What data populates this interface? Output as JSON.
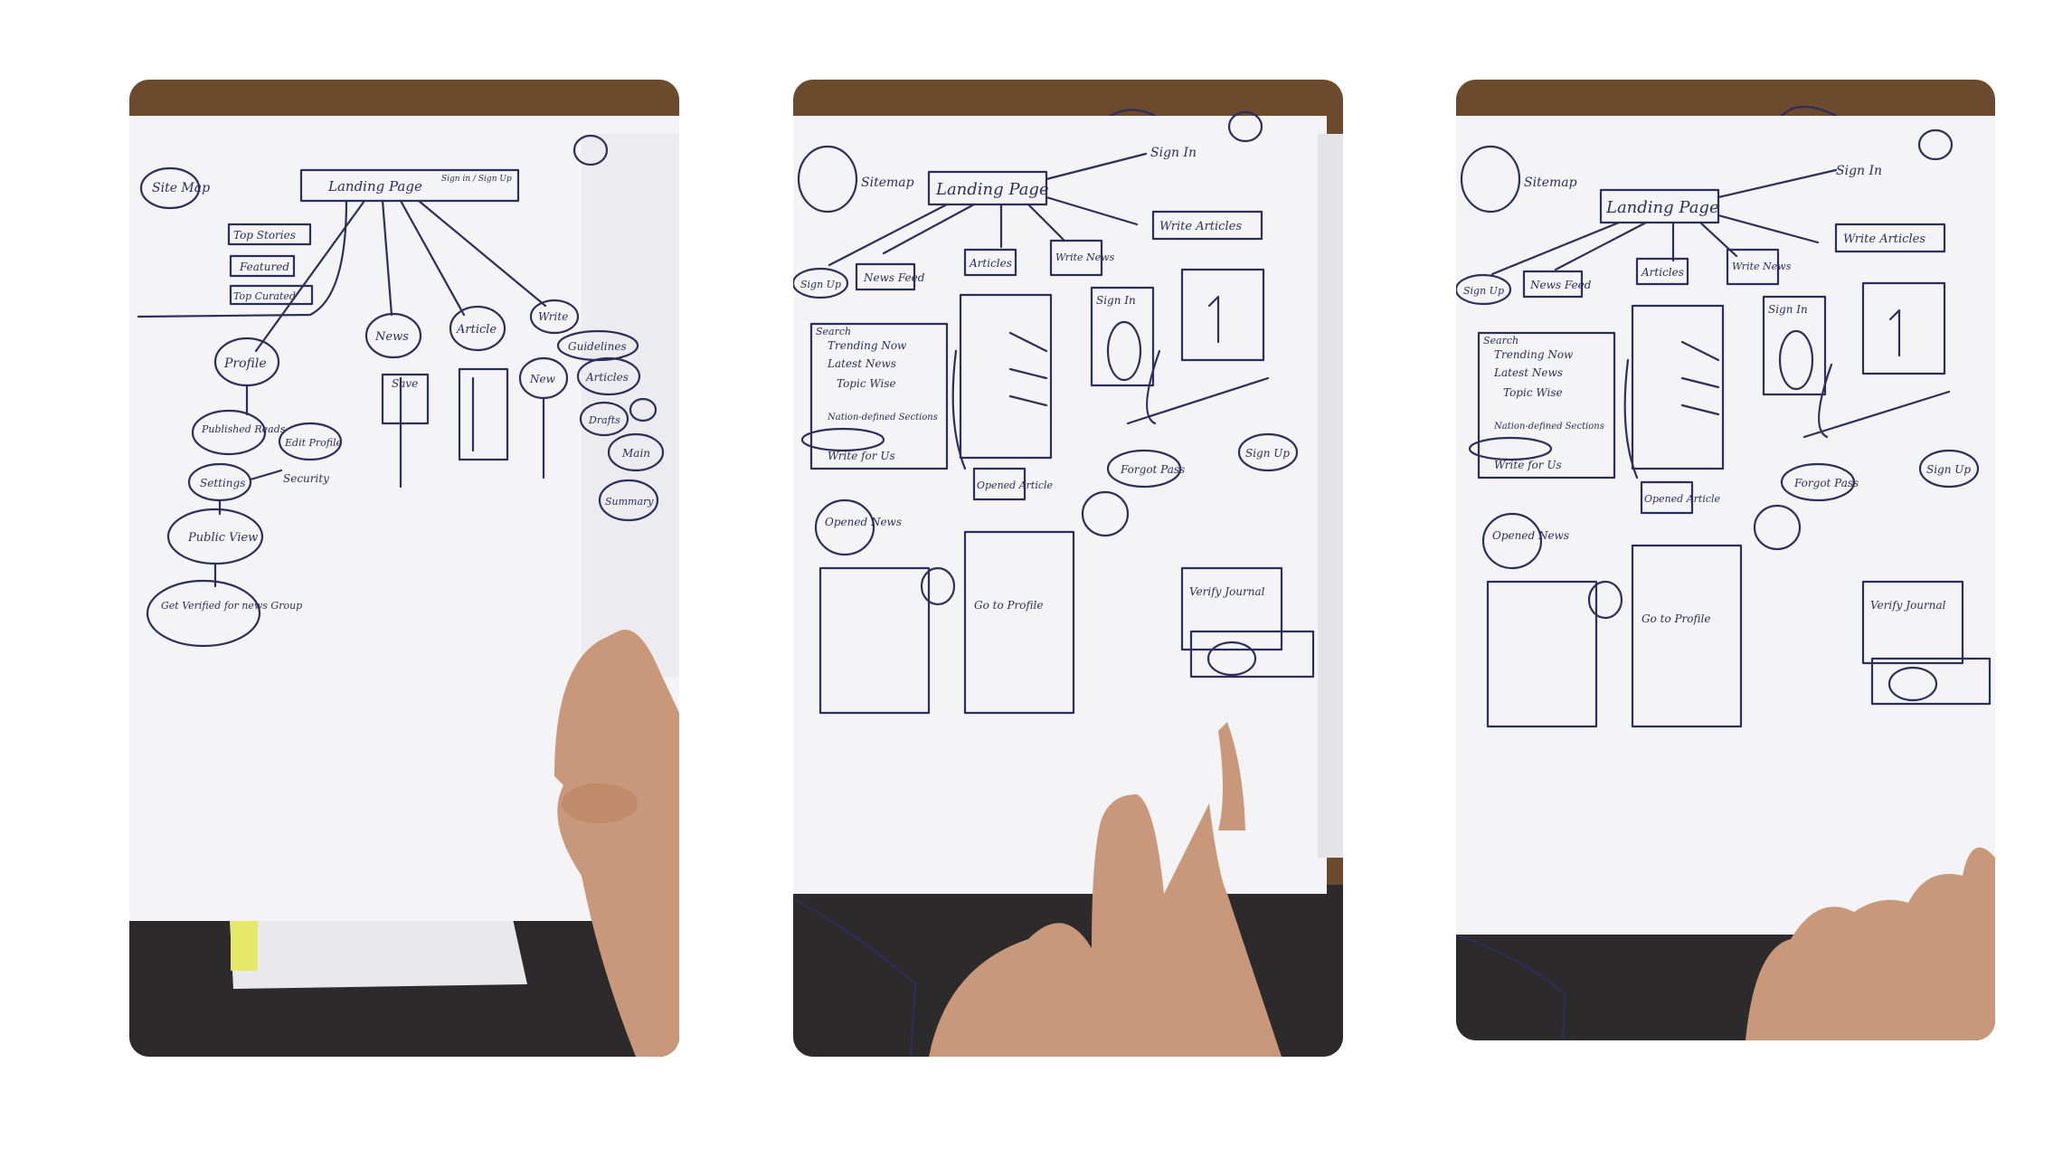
{
  "colors": {
    "background": "#ffffff",
    "ink": "#2b2f5a",
    "paper": "#f3f2f5",
    "table": "#6b4a2e",
    "dark_cloth": "#2c2a2a",
    "skin": "#c99779"
  },
  "photos": [
    {
      "id": "sketch-sheet-1",
      "labels": {
        "sitemap": "Site Map",
        "landing": "Landing Page",
        "signin": "Sign in / Sign Up",
        "top_stories": "Top Stories",
        "featured": "Featured",
        "top_curated": "Top Curated",
        "profile": "Profile",
        "news": "News",
        "article": "Article",
        "write": "Write",
        "guidelines": "Guidelines",
        "new": "New",
        "articles": "Articles",
        "drafts": "Drafts",
        "main": "Main",
        "summary": "Summary",
        "published": "Published Reads",
        "edit_profile": "Edit Profile",
        "settings": "Settings",
        "security": "Security",
        "public_view": "Public View",
        "get_verified": "Get Verified for news Group",
        "save": "Save"
      }
    },
    {
      "id": "sketch-sheet-2",
      "labels": {
        "sitemap": "Sitemap",
        "landing": "Landing Page",
        "signin": "Sign In",
        "sign_up": "Sign Up",
        "news_feed": "News Feed",
        "articles": "Articles",
        "write_news": "Write News",
        "write_articles": "Write Articles",
        "search": "Search",
        "trending": "Trending Now",
        "latest": "Latest News",
        "topic_wise": "Topic Wise",
        "nation": "Nation-defined Sections",
        "write_for_us": "Write for Us",
        "forgot": "Forgot Pass",
        "signup2": "Sign Up",
        "open_news": "Opened News",
        "open_article": "Opened Article",
        "goto_profile": "Go to Profile",
        "verify": "Verify Journal"
      }
    },
    {
      "id": "sketch-sheet-3",
      "labels": {
        "sitemap": "Sitemap",
        "landing": "Landing Page",
        "signin": "Sign In",
        "sign_up": "Sign Up",
        "news_feed": "News Feed",
        "articles": "Articles",
        "write_news": "Write News",
        "write_articles": "Write Articles",
        "search": "Search",
        "trending": "Trending Now",
        "latest": "Latest News",
        "topic_wise": "Topic Wise",
        "nation": "Nation-defined Sections",
        "write_for_us": "Write for Us",
        "forgot": "Forgot Pass",
        "signup2": "Sign Up",
        "open_news": "Opened News",
        "open_article": "Opened Article",
        "goto_profile": "Go to Profile",
        "verify": "Verify Journal"
      }
    }
  ]
}
